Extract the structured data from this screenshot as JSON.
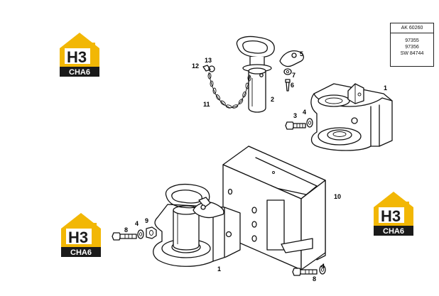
{
  "code_box": {
    "header": "AK 60260",
    "lines": [
      "97355",
      "97356",
      "SW 84744"
    ]
  },
  "logo": {
    "letters": "H3",
    "text": "CHA6",
    "colors": {
      "yellow": "#f2b705",
      "dark": "#1a1a1a",
      "white": "#ffffff"
    }
  },
  "part_labels": {
    "p1_upper": "1",
    "p1_lower": "1",
    "p2": "2",
    "p3": "3",
    "p4_upper": "4",
    "p4_left": "4",
    "p4_right": "4",
    "p5": "5",
    "p6": "6",
    "p7": "7",
    "p8_left": "8",
    "p8_right": "8",
    "p9": "9",
    "p10": "10",
    "p11": "11",
    "p12": "12",
    "p13": "13"
  }
}
